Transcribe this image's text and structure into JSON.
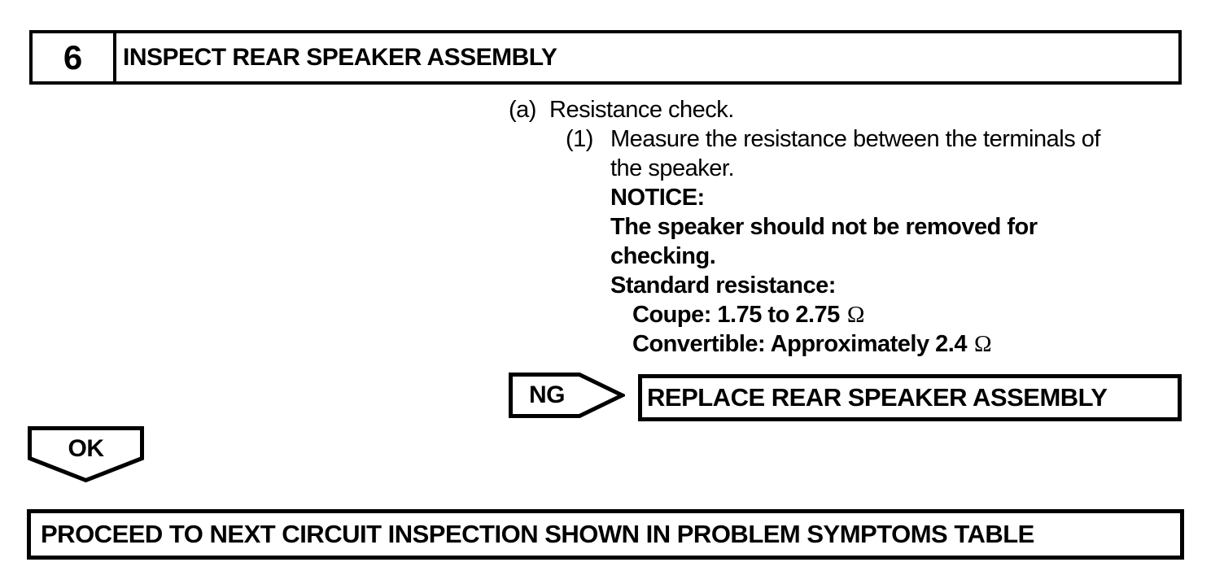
{
  "page": {
    "background_color": "#ffffff",
    "ink_color": "#000000"
  },
  "step_header": {
    "number": "6",
    "title": "INSPECT REAR SPEAKER ASSEMBLY"
  },
  "instructions": {
    "item": {
      "label": "(a)",
      "text": "Resistance check."
    },
    "substep": {
      "label": "(1)",
      "lines": [
        "Measure the resistance between the terminals of",
        "the speaker."
      ]
    },
    "notice": {
      "heading": "NOTICE:",
      "lines": [
        "The speaker should not be removed for",
        "checking."
      ]
    },
    "standard": {
      "heading": "Standard resistance:",
      "specs": [
        {
          "text": "Coupe: 1.75 to 2.75",
          "unit": "Ω"
        },
        {
          "text": "Convertible: Approximately 2.4",
          "unit": "Ω"
        }
      ]
    }
  },
  "ng_branch": {
    "label": "NG",
    "action": "REPLACE REAR SPEAKER ASSEMBLY"
  },
  "ok_branch": {
    "label": "OK"
  },
  "next_step": {
    "text": "PROCEED TO NEXT CIRCUIT INSPECTION SHOWN IN PROBLEM SYMPTOMS TABLE"
  }
}
